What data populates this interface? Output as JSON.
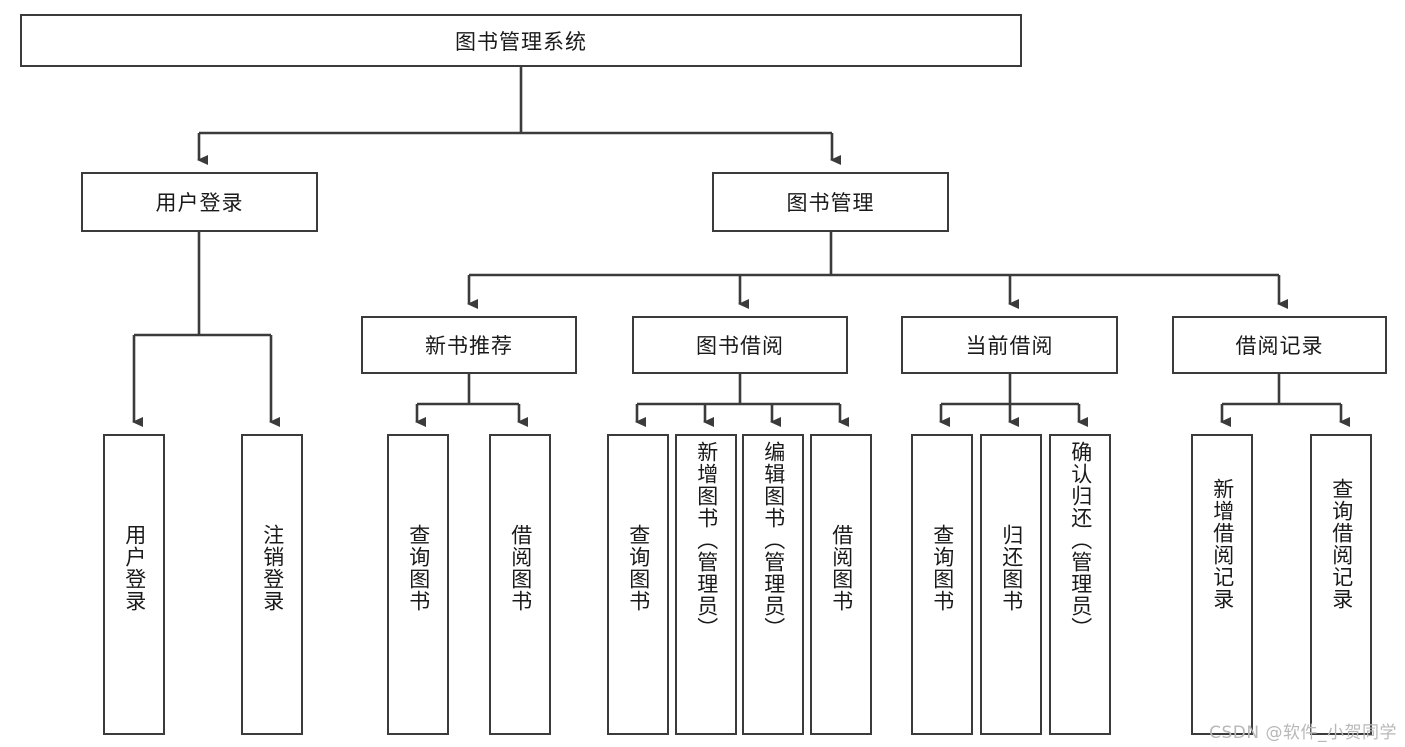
{
  "diagram": {
    "title": "图书管理系统",
    "type": "hierarchy-tree",
    "watermark": "CSDN @软件_小贺同学",
    "colors": {
      "node_border": "#3b3b3b",
      "node_fill": "#ffffff",
      "edge": "#3b3b3b",
      "text": "#1a1a1a",
      "watermark": "#b8b8b8",
      "background": "#ffffff"
    },
    "levels": {
      "root": {
        "label": "图书管理系统"
      },
      "level1": [
        {
          "id": "user-login",
          "label": "用户登录"
        },
        {
          "id": "book-manage",
          "label": "图书管理"
        }
      ],
      "level2": [
        {
          "id": "new-book-recommend",
          "label": "新书推荐",
          "parent": "book-manage"
        },
        {
          "id": "book-borrow",
          "label": "图书借阅",
          "parent": "book-manage"
        },
        {
          "id": "current-borrow",
          "label": "当前借阅",
          "parent": "book-manage"
        },
        {
          "id": "borrow-record",
          "label": "借阅记录",
          "parent": "book-manage"
        }
      ],
      "leaves": [
        {
          "id": "leaf-user-login",
          "label": "用户登录",
          "parent": "user-login"
        },
        {
          "id": "leaf-user-logout",
          "label": "注销登录",
          "parent": "user-login"
        },
        {
          "id": "leaf-query-book-1",
          "label": "查询图书",
          "parent": "new-book-recommend"
        },
        {
          "id": "leaf-borrow-book-1",
          "label": "借阅图书",
          "parent": "new-book-recommend"
        },
        {
          "id": "leaf-query-book-2",
          "label": "查询图书",
          "parent": "book-borrow"
        },
        {
          "id": "leaf-add-book",
          "label": "新增图书（管理员）",
          "parent": "book-borrow"
        },
        {
          "id": "leaf-edit-book",
          "label": "编辑图书（管理员）",
          "parent": "book-borrow"
        },
        {
          "id": "leaf-borrow-book-2",
          "label": "借阅图书",
          "parent": "book-borrow"
        },
        {
          "id": "leaf-query-book-3",
          "label": "查询图书",
          "parent": "current-borrow"
        },
        {
          "id": "leaf-return-book",
          "label": "归还图书",
          "parent": "current-borrow"
        },
        {
          "id": "leaf-confirm-return",
          "label": "确认归还（管理员）",
          "parent": "current-borrow"
        },
        {
          "id": "leaf-add-record",
          "label": "新增借阅记录",
          "parent": "borrow-record"
        },
        {
          "id": "leaf-query-record",
          "label": "查询借阅记录",
          "parent": "borrow-record"
        }
      ]
    }
  }
}
